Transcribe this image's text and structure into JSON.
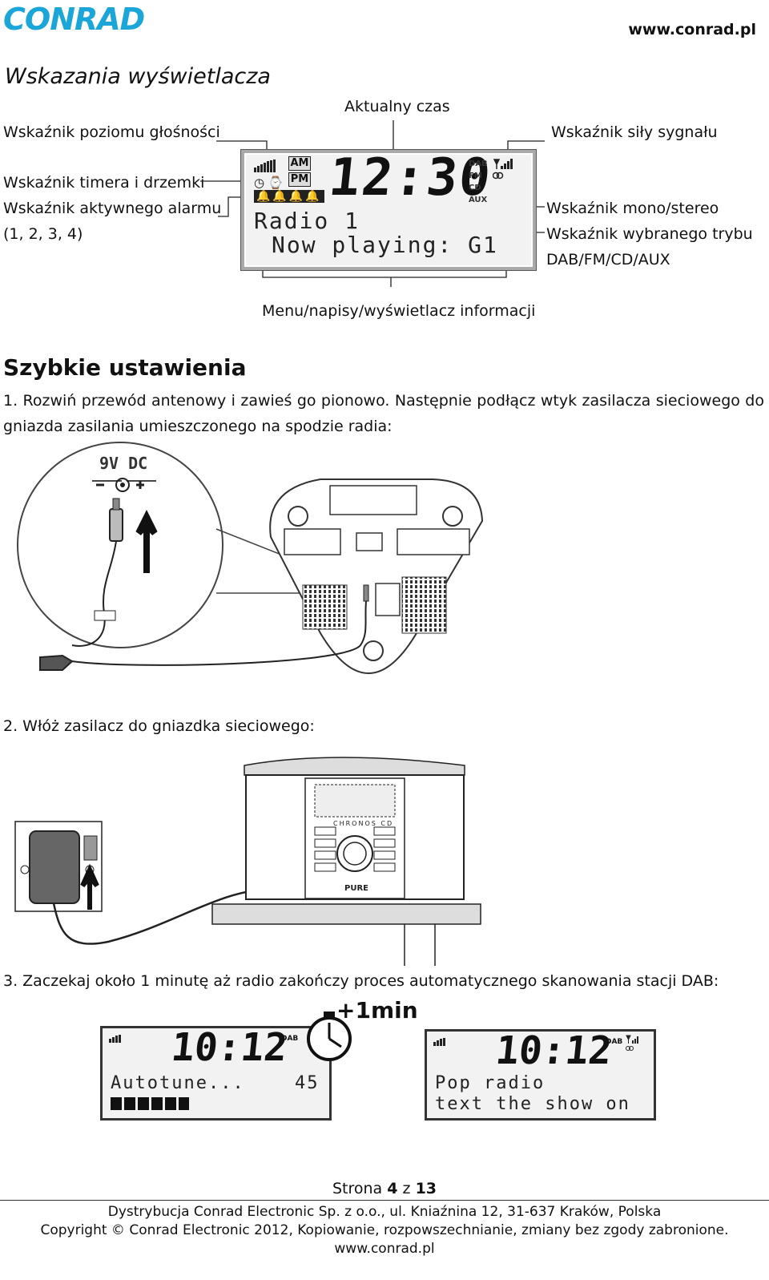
{
  "header": {
    "logo_text": "CONRAD",
    "website": "www.conrad.pl"
  },
  "display_section": {
    "title": "Wskazania wyświetlacza",
    "labels": {
      "current_time": "Aktualny czas",
      "volume": "Wskaźnik poziomu głośności",
      "signal": "Wskaźnik siły sygnału",
      "timer": "Wskaźnik timera i drzemki",
      "alarm": "Wskaźnik aktywnego alarmu",
      "alarm_numbers": "(1, 2, 3, 4)",
      "mono_stereo": "Wskaźnik mono/stereo",
      "mode": "Wskaźnik wybranego trybu",
      "mode_values": "DAB/FM/CD/AUX",
      "menu": "Menu/napisy/wyświetlacz informacji"
    },
    "lcd": {
      "am": "AM",
      "pm": "PM",
      "time": "12:30",
      "modes": [
        "DAB",
        "FM",
        "CD",
        "AUX"
      ],
      "line1": "Radio 1",
      "line2": "Now playing: G1"
    }
  },
  "quick_setup": {
    "title": "Szybkie ustawienia",
    "step1": "1. Rozwiń przewód antenowy i zawieś go pionowo. Następnie podłącz wtyk zasilacza sieciowego do gniazda zasilania umieszczonego na spodzie radia:",
    "dc_label": "9V DC",
    "step2": "2. Włóż zasilacz do gniazdka sieciowego:",
    "radio_brand": "CHRONOS CD",
    "radio_maker": "PURE",
    "step3": "3. Zaczekaj około 1 minutę aż radio zakończy proces automatycznego skanowania stacji DAB:",
    "timer_label": "+1min",
    "lcd_a": {
      "time": "10:12",
      "mode": "DAB",
      "line1": "Autotune...",
      "count": "45"
    },
    "lcd_b": {
      "time": "10:12",
      "mode": "DAB",
      "line1": "Pop radio",
      "line2": "text the show on"
    }
  },
  "footer": {
    "page_prefix": "Strona",
    "page_current": "4",
    "page_sep": "z",
    "page_total": "13",
    "line1": "Dystrybucja Conrad Electronic Sp. z o.o., ul. Kniaźnina 12, 31-637 Kraków, Polska",
    "line2": "Copyright © Conrad Electronic 2012, Kopiowanie, rozpowszechnianie, zmiany bez zgody zabronione.",
    "line3": "www.conrad.pl"
  }
}
